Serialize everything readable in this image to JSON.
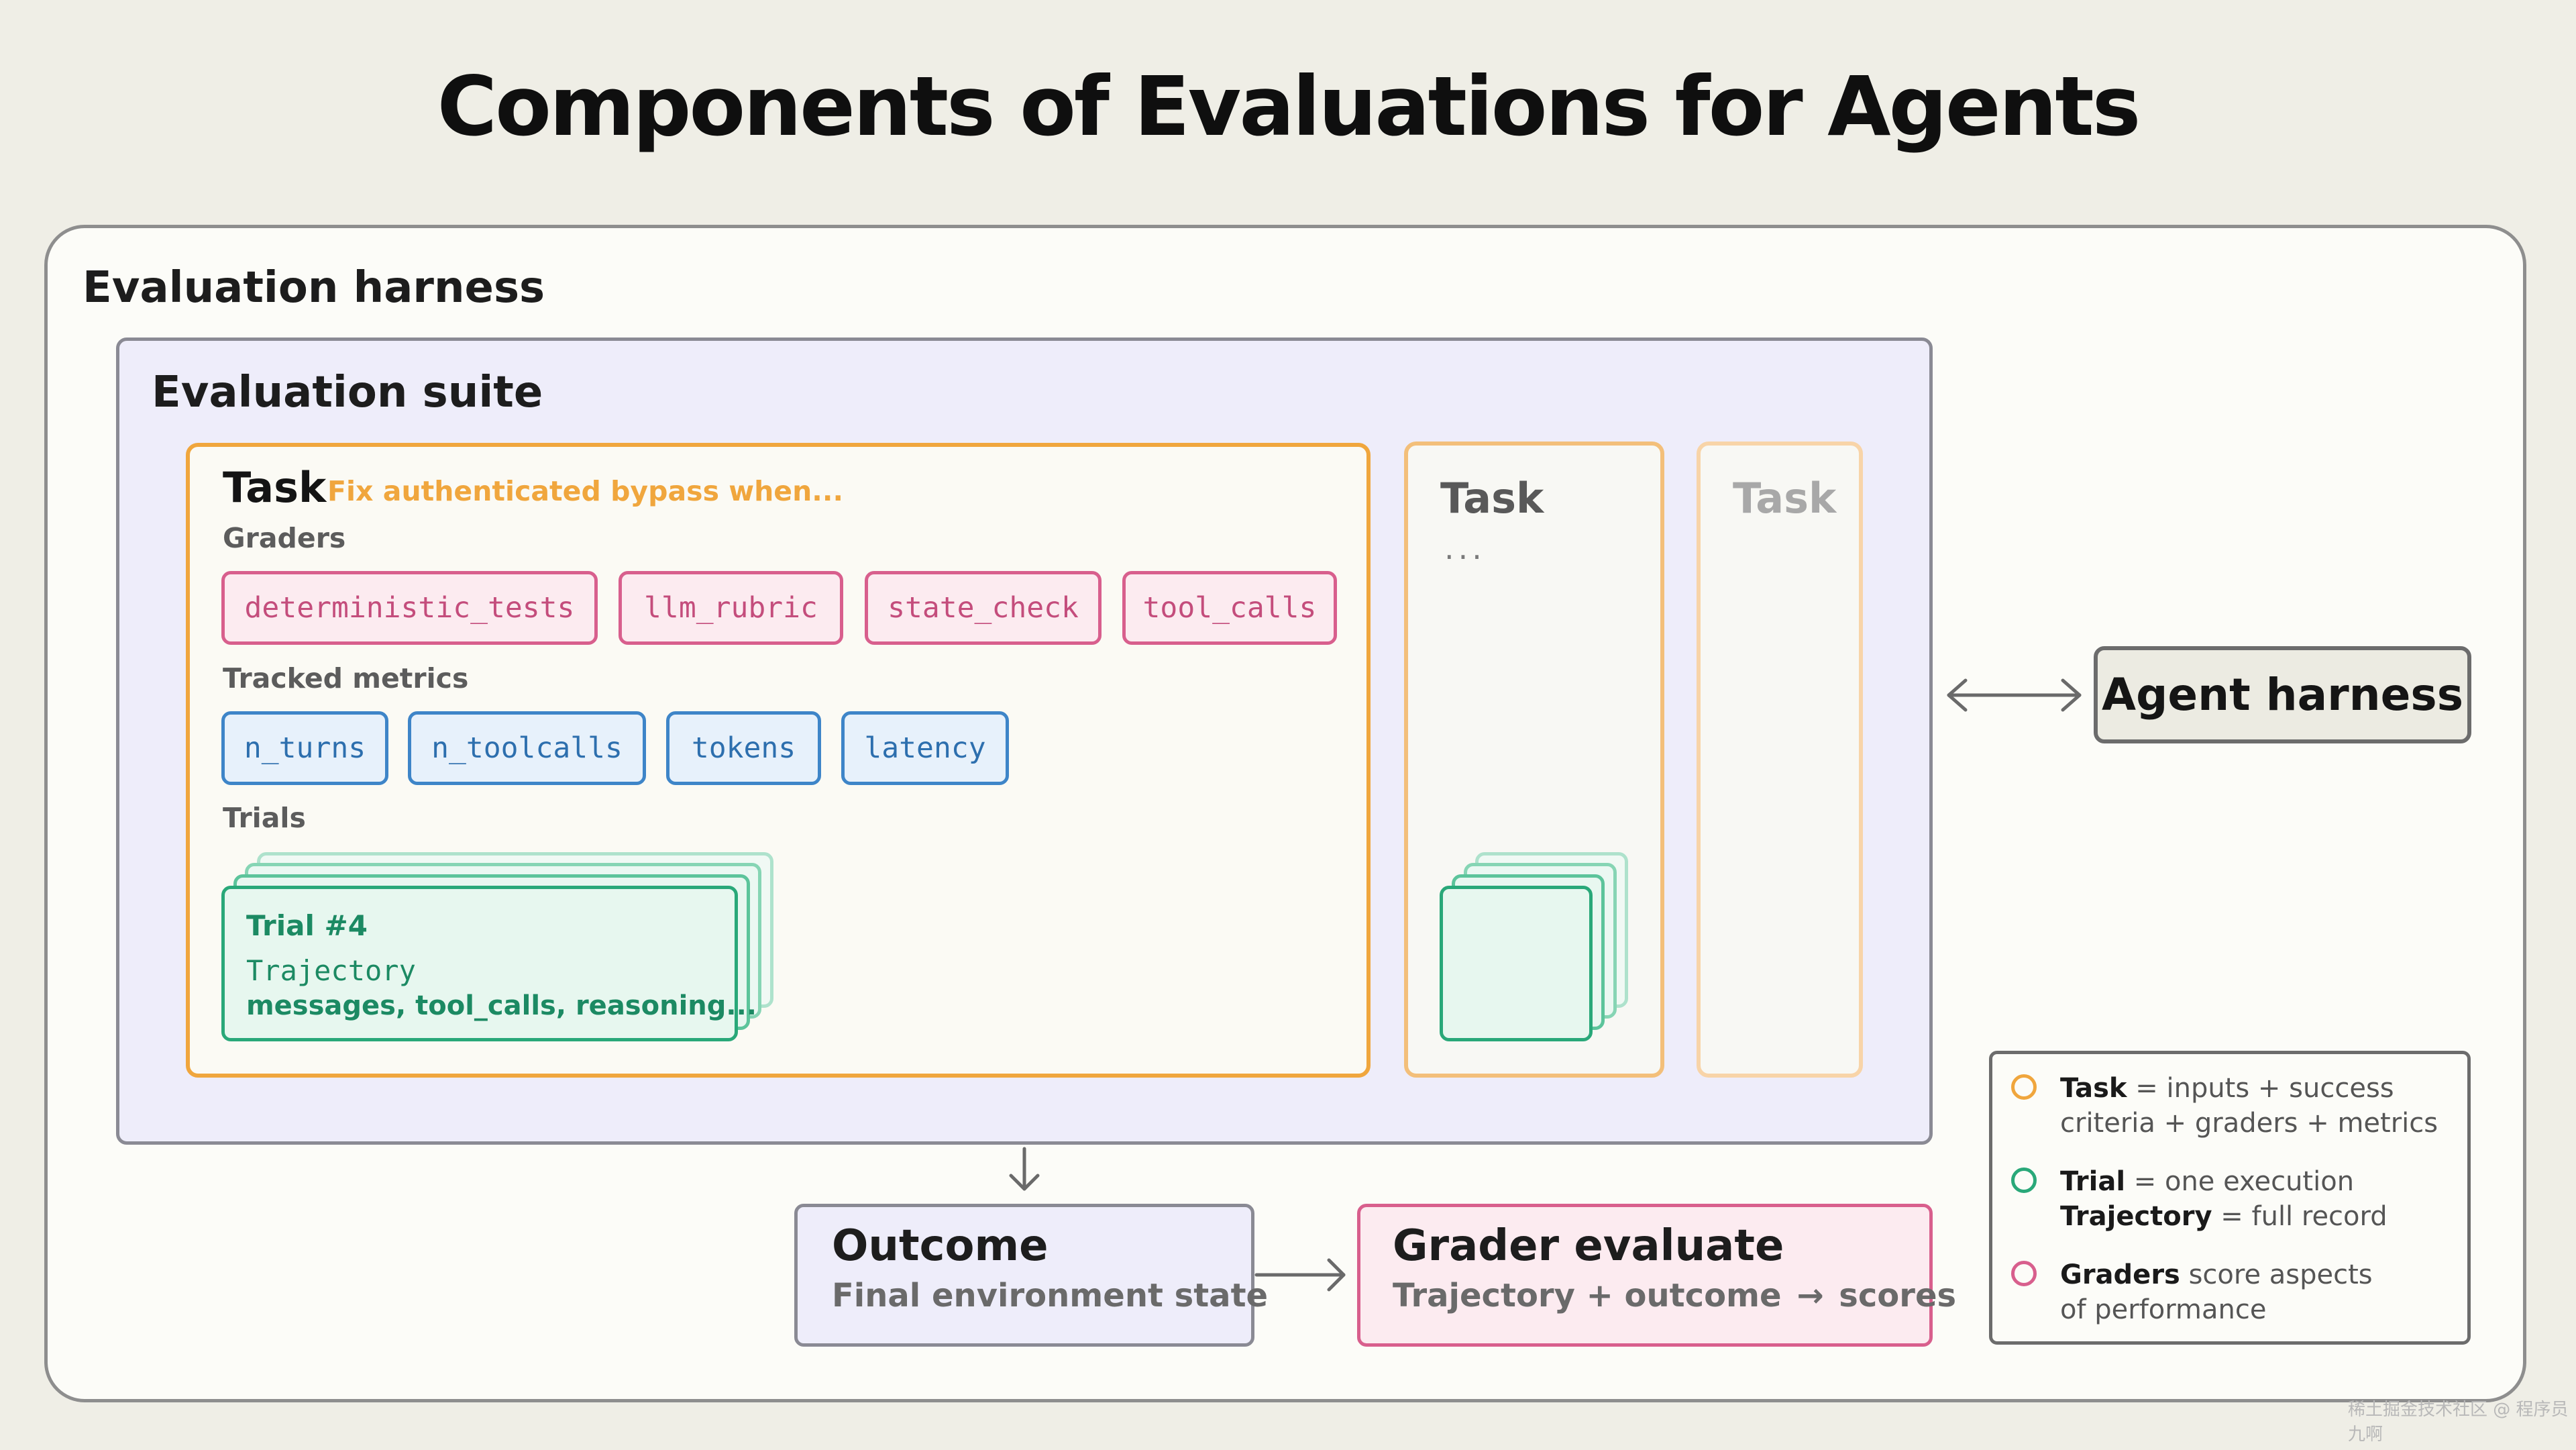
{
  "title": "Components of Evaluations for Agents",
  "harness": {
    "label": "Evaluation harness"
  },
  "suite": {
    "label": "Evaluation suite"
  },
  "task_main": {
    "label": "Task",
    "description": "Fix authenticated bypass when...",
    "graders_label": "Graders",
    "graders": [
      "deterministic_tests",
      "llm_rubric",
      "state_check",
      "tool_calls"
    ],
    "metrics_label": "Tracked metrics",
    "metrics": [
      "n_turns",
      "n_toolcalls",
      "tokens",
      "latency"
    ],
    "trials_label": "Trials",
    "trial": {
      "title": "Trial #4",
      "trajectory": "Trajectory",
      "contents": "messages, tool_calls, reasoning..."
    }
  },
  "task_2": {
    "label": "Task",
    "ellipsis": "..."
  },
  "task_3": {
    "label": "Task"
  },
  "agent_harness": {
    "label": "Agent harness"
  },
  "outcome": {
    "title": "Outcome",
    "subtitle": "Final environment state"
  },
  "grader_evaluate": {
    "title": "Grader evaluate",
    "subtitle_a": "Trajectory + outcome",
    "subtitle_b": "scores"
  },
  "legend": {
    "task": {
      "term": "Task",
      "line1": " = inputs + success",
      "line2": "criteria + graders + metrics"
    },
    "trial": {
      "term": "Trial",
      "line1": " = one execution",
      "term2": "Trajectory",
      "line2": " = full record"
    },
    "graders": {
      "term": "Graders",
      "line1": " score aspects",
      "line2": "of performance"
    }
  },
  "colors": {
    "task_orange": "#f0a63d",
    "grader_pink": "#d85f8d",
    "metric_blue": "#3e85c8",
    "trial_green": "#29a879",
    "suite_fill": "#eeedfa"
  },
  "icons": {
    "bidirectional_arrow": "double-arrow-icon",
    "down_arrow": "arrow-down-icon",
    "right_arrow": "arrow-right-icon"
  },
  "watermark": "稀土掘金技术社区 @ 程序员九啊"
}
